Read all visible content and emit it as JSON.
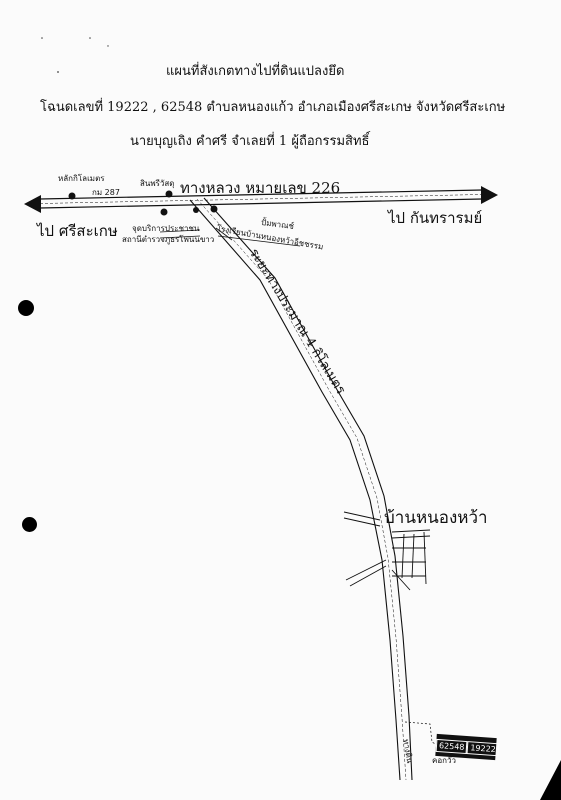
{
  "header": {
    "title": "แผนที่สังเกตทางไปที่ดินแปลงยึด",
    "deed_line": "โฉนดเลขที่ 19222 , 62548 ตำบลหนองแก้ว อำเภอเมืองศรีสะเกษ จังหวัดศรีสะเกษ",
    "owner_line": "นายบุญเถิง คำศรี จำเลยที่ 1 ผู้ถือกรรมสิทธิ์"
  },
  "map": {
    "highway_label": "ทางหลวง หมายเลข 226",
    "west_destination": "ไป ศรีสะเกษ",
    "east_destination": "ไป กันทรารมย์",
    "km_marker_label": "หลักกิโลเมตร",
    "km_marker_value": "กม 287",
    "shop_label": "สินพรีวัสดุ",
    "service_label": "จุดบริการประชาชน",
    "police_label": "สถานีตำรวจภูธรโพนนขาว",
    "gas_station_label": "ปั้มพาณช์",
    "school_label": "โรงเรียนบ้านหนองหว้าอ็ชชรรม",
    "distance_label": "ระยะทางประมาณ 4 กิโลเมตร",
    "village_label": "บ้านหนองหว้า",
    "lot_numbers": [
      "62548",
      "19222"
    ],
    "path_label": "ทางดิน",
    "pond_label": "คอกวัว"
  }
}
